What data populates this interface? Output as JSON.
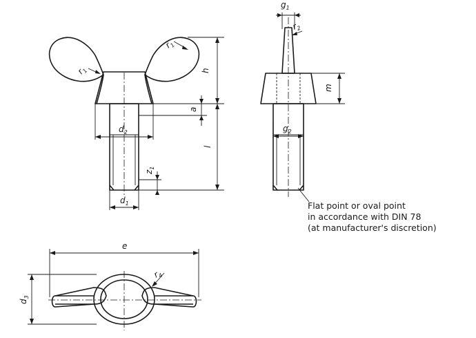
{
  "labels": {
    "g1": {
      "main": "g",
      "sub": "1"
    },
    "r2": {
      "main": "r",
      "sub": "2"
    },
    "r1_right": {
      "main": "r",
      "sub": "1"
    },
    "r1_left": {
      "main": "r",
      "sub": "1"
    },
    "h": {
      "main": "h",
      "sub": ""
    },
    "m": {
      "main": "m",
      "sub": ""
    },
    "a": {
      "main": "a",
      "sub": ""
    },
    "l": {
      "main": "l",
      "sub": ""
    },
    "d2": {
      "main": "d",
      "sub": "2"
    },
    "g2": {
      "main": "g",
      "sub": "2"
    },
    "z1": {
      "main": "z",
      "sub": "1"
    },
    "d1": {
      "main": "d",
      "sub": "1"
    },
    "e": {
      "main": "e",
      "sub": ""
    },
    "r4": {
      "main": "r",
      "sub": "4"
    },
    "d3": {
      "main": "d",
      "sub": "3"
    }
  },
  "note": {
    "line1": "Flat point or oval point",
    "line2": "in accordance with DIN 78",
    "line3": "(at manufacturer's discretion)"
  },
  "colors": {
    "ink": "#1a1a1a",
    "paper": "#ffffff"
  }
}
